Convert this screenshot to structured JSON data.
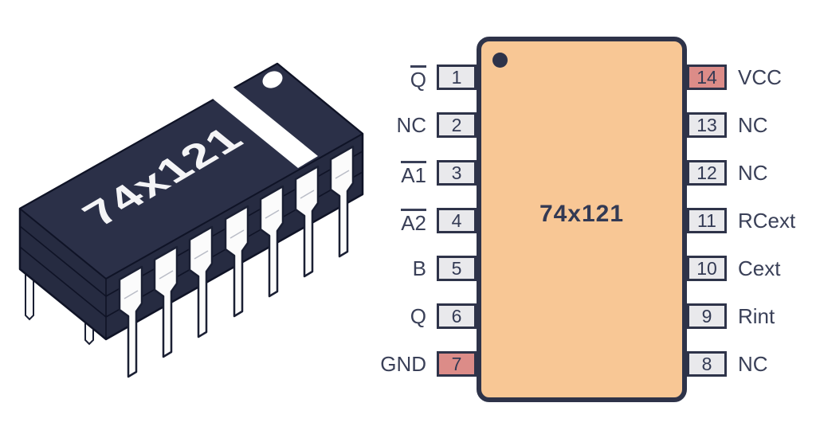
{
  "illustration": {
    "chip_label": "74x121",
    "package": "DIP-14",
    "body_color": "#262B41",
    "outline_color": "#0F1326",
    "pin_color": "#FBFBFB",
    "marking_color": "#FFFFFF"
  },
  "pinout": {
    "chip_label": "74x121",
    "body_color": "#F8C795",
    "outline_color": "#2E3349",
    "pin_box_color": "#E9E9EC",
    "power_pin_color": "#DC8C88",
    "text_color": "#3A4058",
    "left_pins": [
      {
        "number": "1",
        "label": "Q",
        "overline": true,
        "power": false
      },
      {
        "number": "2",
        "label": "NC",
        "overline": false,
        "power": false
      },
      {
        "number": "3",
        "label": "A1",
        "overline": true,
        "power": false
      },
      {
        "number": "4",
        "label": "A2",
        "overline": true,
        "power": false
      },
      {
        "number": "5",
        "label": "B",
        "overline": false,
        "power": false
      },
      {
        "number": "6",
        "label": "Q",
        "overline": false,
        "power": false
      },
      {
        "number": "7",
        "label": "GND",
        "overline": false,
        "power": true
      }
    ],
    "right_pins": [
      {
        "number": "14",
        "label": "VCC",
        "power": true
      },
      {
        "number": "13",
        "label": "NC",
        "power": false
      },
      {
        "number": "12",
        "label": "NC",
        "power": false
      },
      {
        "number": "11",
        "label": "RCext",
        "power": false
      },
      {
        "number": "10",
        "label": "Cext",
        "power": false
      },
      {
        "number": "9",
        "label": "Rint",
        "power": false
      },
      {
        "number": "8",
        "label": "NC",
        "power": false
      }
    ]
  }
}
